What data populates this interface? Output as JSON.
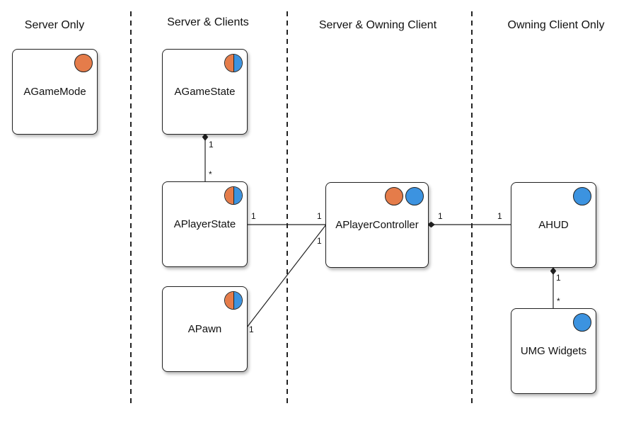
{
  "colors": {
    "server": "#E57C4A",
    "client": "#3C93E0",
    "line": "#222222"
  },
  "columns": [
    {
      "id": "server-only",
      "title": "Server Only"
    },
    {
      "id": "server-clients",
      "title": "Server & Clients"
    },
    {
      "id": "server-owning",
      "title": "Server & Owning Client"
    },
    {
      "id": "owning-only",
      "title": "Owning Client Only"
    }
  ],
  "classes": {
    "agamemode": {
      "label": "AGameMode",
      "badges": [
        "server"
      ]
    },
    "agamestate": {
      "label": "AGameState",
      "badges": [
        "server+client"
      ]
    },
    "aplayerstate": {
      "label": "APlayerState",
      "badges": [
        "server+client"
      ]
    },
    "apawn": {
      "label": "APawn",
      "badges": [
        "server+client"
      ]
    },
    "aplayercontroller": {
      "label": "APlayerController",
      "badges": [
        "server",
        "client"
      ]
    },
    "ahud": {
      "label": "AHUD",
      "badges": [
        "client"
      ]
    },
    "umgwidgets": {
      "label": "UMG Widgets",
      "badges": [
        "client"
      ]
    }
  },
  "relations": [
    {
      "from": "agamestate",
      "to": "aplayerstate",
      "from_mult": "1",
      "to_mult": "*",
      "composition_at": "agamestate"
    },
    {
      "from": "aplayerstate",
      "to": "aplayercontroller",
      "from_mult": "1",
      "to_mult": "1"
    },
    {
      "from": "apawn",
      "to": "aplayercontroller",
      "from_mult": "1",
      "to_mult": "1"
    },
    {
      "from": "aplayercontroller",
      "to": "ahud",
      "from_mult": "1",
      "to_mult": "1",
      "composition_at": "aplayercontroller"
    },
    {
      "from": "ahud",
      "to": "umgwidgets",
      "from_mult": "1",
      "to_mult": "*",
      "composition_at": "ahud"
    }
  ]
}
